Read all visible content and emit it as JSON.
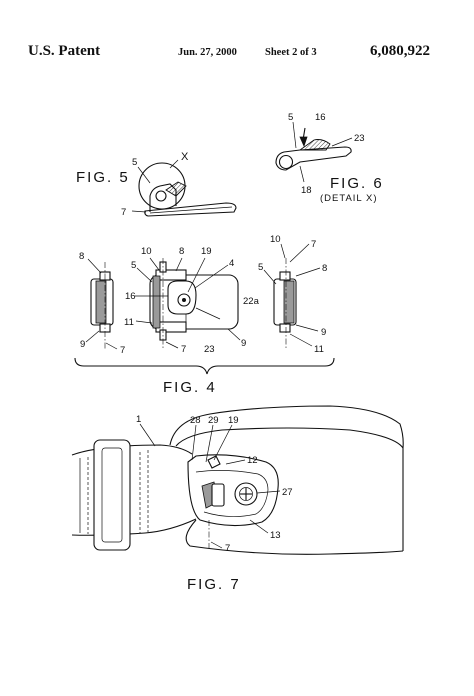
{
  "header": {
    "left": "U.S. Patent",
    "date": "Jun. 27, 2000",
    "sheet": "Sheet 2 of 3",
    "number": "6,080,922"
  },
  "fig5": {
    "caption": "FIG. 5",
    "refs": {
      "r5": "5",
      "rX": "X",
      "r7": "7"
    }
  },
  "fig6": {
    "caption": "FIG. 6",
    "subcaption": "(DETAIL X)",
    "refs": {
      "r5": "5",
      "r16": "16",
      "r23": "23",
      "r18": "18"
    }
  },
  "fig4": {
    "caption": "FIG. 4",
    "refs": {
      "l8": "8",
      "l9": "9",
      "l7": "7",
      "c10": "10",
      "c8": "8",
      "c19": "19",
      "c5": "5",
      "c4": "4",
      "c16": "16",
      "c22a": "22a",
      "c11": "11",
      "c7": "7",
      "c23": "23",
      "c9": "9",
      "r10": "10",
      "r7": "7",
      "r5": "5",
      "r8": "8",
      "r9": "9",
      "r11": "11"
    }
  },
  "fig7": {
    "caption": "FIG. 7",
    "refs": {
      "r1": "1",
      "r28": "28",
      "r29": "29",
      "r19": "19",
      "r12": "12",
      "r27": "27",
      "r13": "13",
      "r7": "7"
    }
  }
}
